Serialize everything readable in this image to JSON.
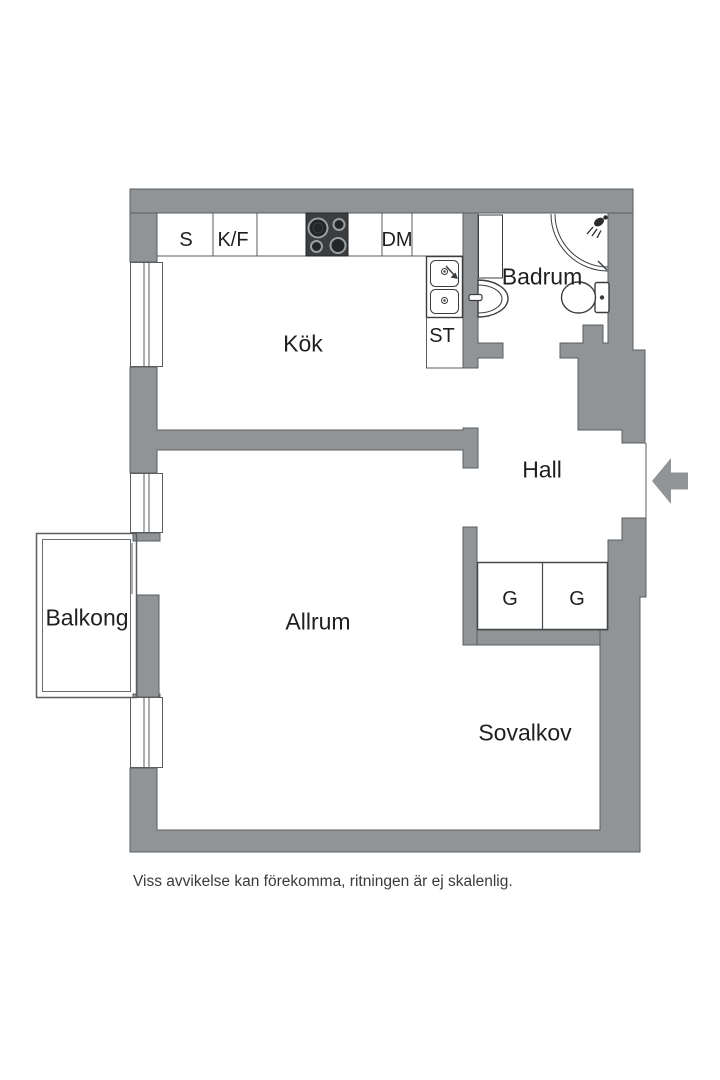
{
  "floorplan": {
    "rooms": {
      "kok": "Kök",
      "badrum": "Badrum",
      "hall": "Hall",
      "allrum": "Allrum",
      "sovalkov": "Sovalkov",
      "balkong": "Balkong"
    },
    "fixtures": {
      "pantry": "S",
      "fridge_freezer": "K/F",
      "dishwasher": "DM",
      "cleaning_closet": "ST",
      "wardrobe_1": "G",
      "wardrobe_2": "G"
    },
    "colors": {
      "wall": "#909496",
      "outline": "#5a5e61",
      "stove": "#3b3d3f",
      "text": "#1d1f21"
    },
    "footer_note": "Viss avvikelse kan förekomma, ritningen är ej skalenlig."
  }
}
